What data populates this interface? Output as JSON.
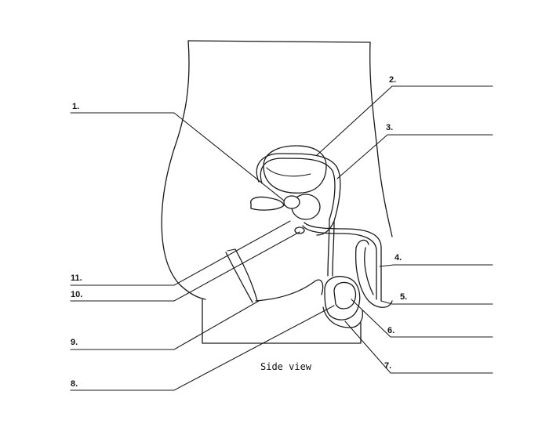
{
  "labels": {
    "l1": "1.",
    "l2": "2.",
    "l3": "3.",
    "l4": "4.",
    "l5": "5.",
    "l6": "6.",
    "l7": "7.",
    "l8": "8.",
    "l9": "9.",
    "l10": "10.",
    "l11": "11."
  },
  "caption": "Side view",
  "colors": {
    "ink": "#1a1a1a",
    "background": "#ffffff"
  }
}
